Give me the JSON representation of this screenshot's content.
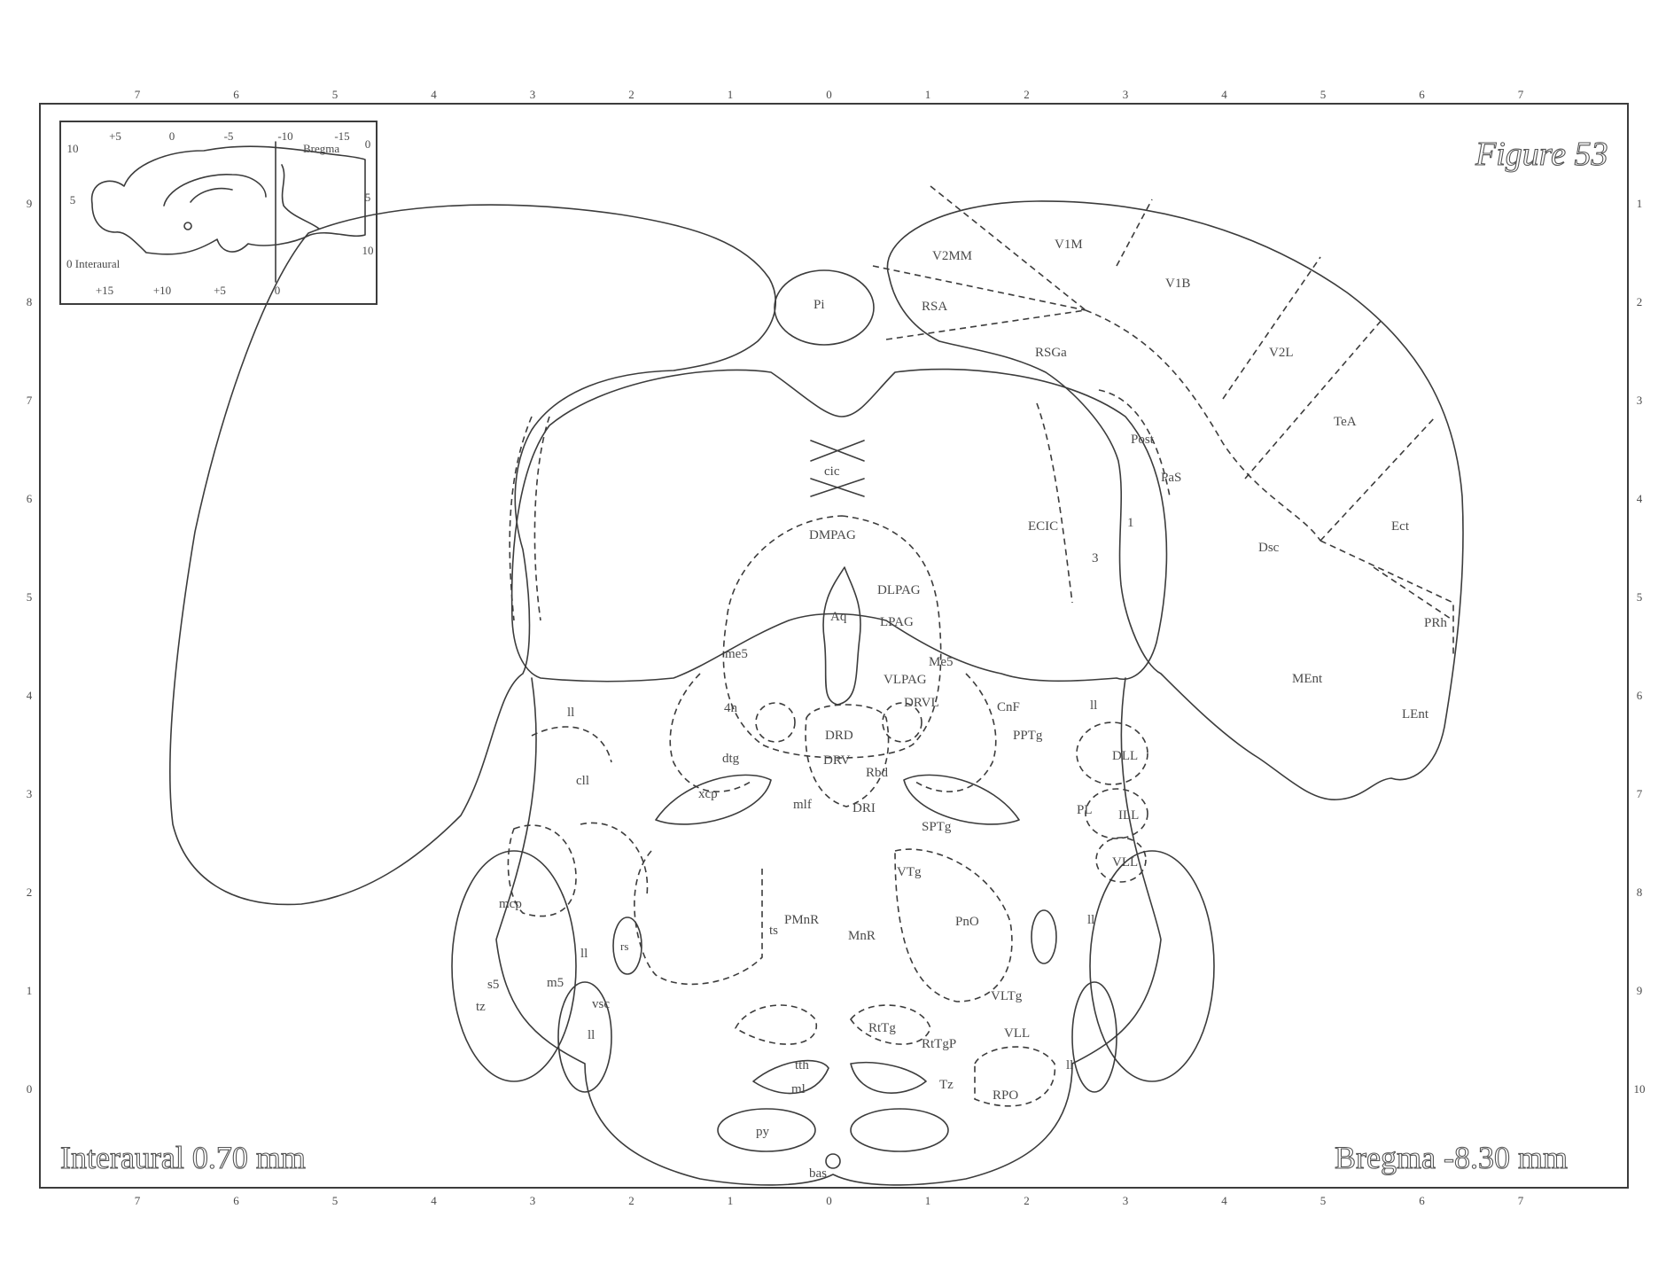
{
  "figure_title": "Figure 53",
  "interaural_caption": "Interaural 0.70 mm",
  "bregma_caption": "Bregma -8.30 mm",
  "top_ticks": [
    "7",
    "6",
    "5",
    "4",
    "3",
    "2",
    "1",
    "0",
    "1",
    "2",
    "3",
    "4",
    "5",
    "6",
    "7"
  ],
  "bottom_ticks": [
    "7",
    "6",
    "5",
    "4",
    "3",
    "2",
    "1",
    "0",
    "1",
    "2",
    "3",
    "4",
    "5",
    "6",
    "7"
  ],
  "left_ticks": [
    "9",
    "8",
    "7",
    "6",
    "5",
    "4",
    "3",
    "2",
    "1",
    "0"
  ],
  "right_ticks": [
    "1",
    "2",
    "3",
    "4",
    "5",
    "6",
    "7",
    "8",
    "9",
    "10"
  ],
  "inset": {
    "top_ticks": [
      "+5",
      "0",
      "-5",
      "-10",
      "-15"
    ],
    "bottom_ticks": [
      "+15",
      "+10",
      "+5",
      "0"
    ],
    "left_ticks": [
      "10",
      "5"
    ],
    "right_ticks": [
      "0",
      "5",
      "10"
    ],
    "bregma_label": "Bregma",
    "interaural_label": "0  Interaural"
  },
  "labels": {
    "Pi": "Pi",
    "V2MM": "V2MM",
    "V1M": "V1M",
    "V1B": "V1B",
    "RSA": "RSA",
    "RSGa": "RSGa",
    "V2L": "V2L",
    "TeA": "TeA",
    "Post": "Post",
    "PaS": "PaS",
    "Ect": "Ect",
    "Dsc": "Dsc",
    "PRh": "PRh",
    "MEnt": "MEnt",
    "LEnt": "LEnt",
    "cic": "cic",
    "ECIC": "ECIC",
    "n1": "1",
    "n3": "3",
    "DMPAG": "DMPAG",
    "DLPAG": "DLPAG",
    "Aq": "Aq",
    "LPAG": "LPAG",
    "me5": "me5",
    "Me5": "Me5",
    "VLPAG": "VLPAG",
    "DRVL": "DRVL",
    "CnF": "CnF",
    "n4n": "4n",
    "DRD": "DRD",
    "PPTg": "PPTg",
    "DLL": "DLL",
    "dtg": "dtg",
    "DRV": "DRV",
    "Rbd": "Rbd",
    "cll": "cll",
    "xcp": "xcp",
    "mlf": "mlf",
    "DRI": "DRI",
    "SPTg": "SPTg",
    "PL": "PL",
    "ILL": "ILL",
    "VLL": "VLL",
    "VTg": "VTg",
    "mcp": "mcp",
    "ts": "ts",
    "PMnR": "PMnR",
    "MnR": "MnR",
    "PnO": "PnO",
    "rs": "rs",
    "s5": "s5",
    "m5": "m5",
    "VLTg": "VLTg",
    "tz_left": "tz",
    "vsc": "vsc",
    "RtTg": "RtTg",
    "RtTgP": "RtTgP",
    "VLL2": "VLL",
    "tth": "tth",
    "ml": "ml",
    "Tz": "Tz",
    "RPO": "RPO",
    "py": "py",
    "bas": "bas",
    "ll_a": "ll",
    "ll_b": "ll",
    "ll_c": "ll",
    "ll_d": "ll",
    "ll_e": "ll",
    "ll_f": "ll"
  }
}
